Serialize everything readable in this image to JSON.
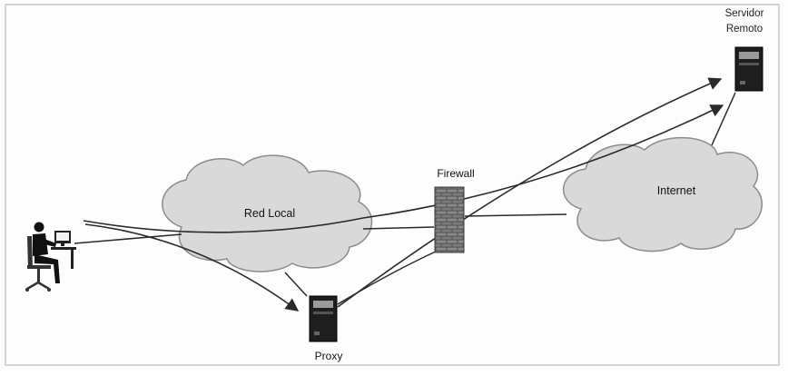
{
  "nodes": {
    "red_local": {
      "label": "Red Local"
    },
    "internet": {
      "label": "Internet"
    },
    "firewall": {
      "label": "Firewall"
    },
    "proxy": {
      "label": "Proxy"
    },
    "servidor_remoto": {
      "label_line1": "Servidor",
      "label_line2": "Remoto"
    }
  },
  "icons": {
    "user": "person-at-workstation-icon",
    "firewall": "brick-wall-icon",
    "proxy": "server-tower-icon",
    "servidor_remoto": "server-tower-icon"
  },
  "colors": {
    "cloud_fill": "#d9d9d9",
    "cloud_stroke": "#8c8c8c",
    "line": "#2a2a2a",
    "wall_brick": "#6a6a6a"
  }
}
